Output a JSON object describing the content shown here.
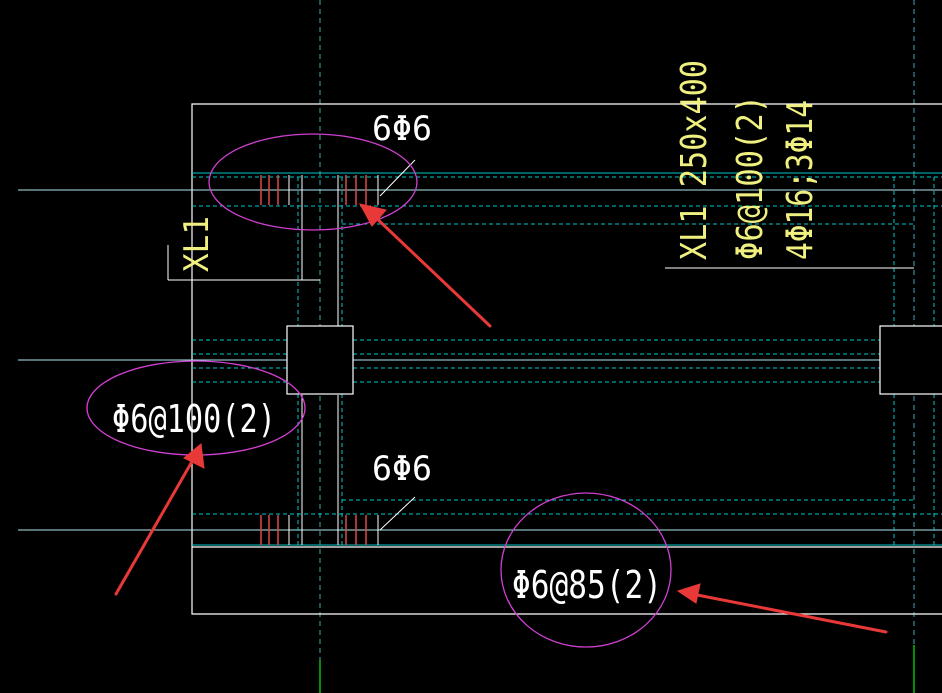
{
  "colors": {
    "background": "#000000",
    "outline": "#ffffff",
    "axis_line": "#b0e8f0",
    "hidden_line": "#00c8c8",
    "dash_vertical": "#40a8b0",
    "stirrup": "#e04848",
    "annotation_text": "#ffffff",
    "beam_label": "#f0f080",
    "highlight_ellipse": "#d040d0",
    "pointer_arrow": "#e83838",
    "grid_green": "#00c000"
  },
  "labels": {
    "top_stirrup_count": "6Φ6",
    "bottom_stirrup_count": "6Φ6",
    "left_stirrup_spec": "Φ6@100(2)",
    "bottom_stirrup_spec": "Φ6@85(2)",
    "side_beam_name": "XL1",
    "beam_callout": {
      "line1": "XL1 250x400",
      "line2": "Φ6@100(2)",
      "line3": "4Φ16;3Φ14"
    }
  }
}
